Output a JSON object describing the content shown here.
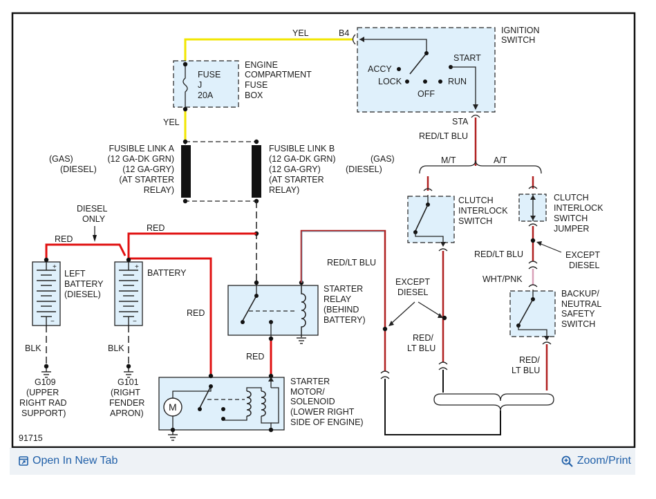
{
  "diagram_id": "91715",
  "labels": {
    "yel_top": "YEL",
    "b4": "B4",
    "ignition_1": "IGNITION",
    "ignition_2": "SWITCH",
    "accy": "ACCY",
    "lock": "LOCK",
    "off": "OFF",
    "start": "START",
    "run": "RUN",
    "sta": "STA",
    "fuse_1": "FUSE",
    "fuse_2": "J",
    "fuse_3": "20A",
    "fusebox_1": "ENGINE",
    "fusebox_2": "COMPARTMENT",
    "fusebox_3": "FUSE",
    "fusebox_4": "BOX",
    "yel_mid": "YEL",
    "fla_1": "FUSIBLE LINK A",
    "fla_2": "(12 GA-DK GRN)",
    "fla_3": "(12 GA-GRY)",
    "fla_4": "(AT STARTER",
    "fla_5": "RELAY)",
    "gas_left": "(GAS)",
    "diesel_left": "(DIESEL)",
    "flb_1": "FUSIBLE LINK B",
    "flb_2": "(12 GA-DK GRN)",
    "flb_3": "(12 GA-GRY)",
    "flb_4": "(AT STARTER",
    "flb_5": "RELAY)",
    "gas_right": "(GAS)",
    "diesel_right": "(DIESEL)",
    "red_lt_blu_top": "RED/LT BLU",
    "mt": "M/T",
    "at": "A/T",
    "clutch_1": "CLUTCH",
    "clutch_2": "INTERLOCK",
    "clutch_3": "SWITCH",
    "jumper_1": "CLUTCH",
    "jumper_2": "INTERLOCK",
    "jumper_3": "SWITCH",
    "jumper_4": "JUMPER",
    "except_diesel_r1": "EXCEPT",
    "except_diesel_r2": "DIESEL",
    "red_lt_blu_at": "RED/LT BLU",
    "wht_pnk": "WHT/PNK",
    "backup_1": "BACKUP/",
    "backup_2": "NEUTRAL",
    "backup_3": "SAFETY",
    "backup_4": "SWITCH",
    "red_lt_blu_relay": "RED/LT BLU",
    "except_diesel_m1": "EXCEPT",
    "except_diesel_m2": "DIESEL",
    "red_lt_blu_mt_1": "RED/",
    "red_lt_blu_mt_2": "LT BLU",
    "red_lt_blu_bk_1": "RED/",
    "red_lt_blu_bk_2": "LT BLU",
    "diesel_only_1": "DIESEL",
    "diesel_only_2": "ONLY",
    "red_left": "RED",
    "red_top": "RED",
    "red_bat": "RED",
    "red_relay": "RED",
    "left_bat_1": "LEFT",
    "left_bat_2": "BATTERY",
    "left_bat_3": "(DIESEL)",
    "battery": "BATTERY",
    "blk_left": "BLK",
    "blk_right": "BLK",
    "g109_1": "G109",
    "g109_2": "(UPPER",
    "g109_3": "RIGHT RAD",
    "g109_4": "SUPPORT)",
    "g101_1": "G101",
    "g101_2": "(RIGHT",
    "g101_3": "FENDER",
    "g101_4": "APRON)",
    "relay_1": "STARTER",
    "relay_2": "RELAY",
    "relay_3": "(BEHIND",
    "relay_4": "BATTERY)",
    "motor_1": "STARTER",
    "motor_2": "MOTOR/",
    "motor_3": "SOLENOID",
    "motor_4": "(LOWER RIGHT",
    "motor_5": "SIDE OF ENGINE)",
    "m": "M",
    "plus": "+",
    "minus": "−"
  },
  "footer": {
    "open_tab": "Open In New Tab",
    "zoom": "Zoom/Print"
  },
  "colors": {
    "link": "#1f5fa8",
    "wire_yel": "#f2e600",
    "wire_red": "#e01010",
    "wire_redblu": "#b02020",
    "box_fill": "#dff0fb"
  }
}
